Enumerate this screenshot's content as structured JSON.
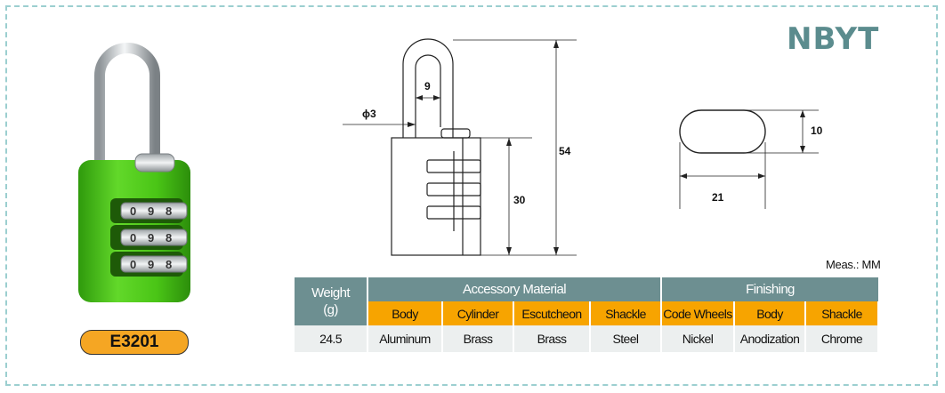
{
  "brand": "NBYT",
  "model": "E3201",
  "wheel_digits": [
    "0",
    "9",
    "8"
  ],
  "drawing": {
    "shackle_inner_width": "9",
    "shackle_diameter": "ϕ3",
    "total_height": "54",
    "body_height": "30",
    "oval_height": "10",
    "oval_width": "21"
  },
  "units_note": "Meas.: MM",
  "table": {
    "weight_header_line1": "Weight",
    "weight_header_line2": "(g)",
    "accessory_header": "Accessory Material",
    "finishing_header": "Finishing",
    "sub_headers": [
      "Body",
      "Cylinder",
      "Escutcheon",
      "Shackle",
      "Code Wheels",
      "Body",
      "Shackle"
    ],
    "values": [
      "24.5",
      "Aluminum",
      "Brass",
      "Brass",
      "Steel",
      "Nickel",
      "Anodization",
      "Chrome"
    ]
  },
  "colors": {
    "brand": "#5b8c8e",
    "header_grey": "#6d8f91",
    "header_orange": "#f7a400",
    "lock_body": "#4cc415",
    "frame": "#9ccfd0"
  }
}
